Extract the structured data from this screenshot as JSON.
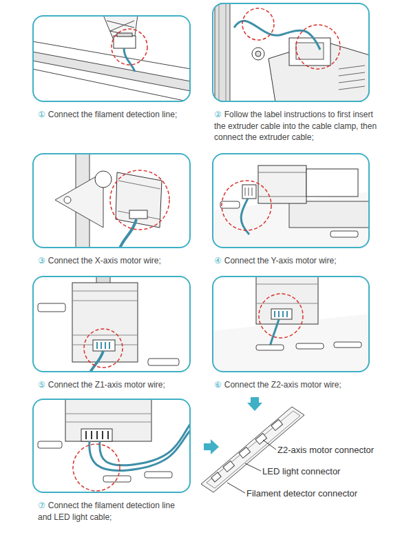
{
  "diagram": {
    "nodes": [
      {
        "text": [
          "①",
          "Connect the filament detection line;"
        ]
      },
      {
        "text": [
          "②",
          "Follow the label instructions to first insert the extruder cable into the cable clamp, then connect the extruder cable;"
        ]
      },
      {
        "text": [
          "③",
          "Connect the X-axis motor wire;"
        ]
      },
      {
        "text": [
          "④",
          "Connect the Y-axis motor wire;"
        ]
      },
      {
        "text": [
          "⑤",
          "Connect the Z1-axis motor wire;"
        ]
      },
      {
        "text": [
          "⑥",
          "Connect the Z2-axis motor wire;"
        ]
      },
      {
        "text": [
          "⑦",
          "Connect the filament detection line and LED light cable;"
        ]
      }
    ],
    "edges": [],
    "labels": [
      "Z2-axis motor connector",
      "LED light connector",
      "Filament detector connector"
    ]
  }
}
